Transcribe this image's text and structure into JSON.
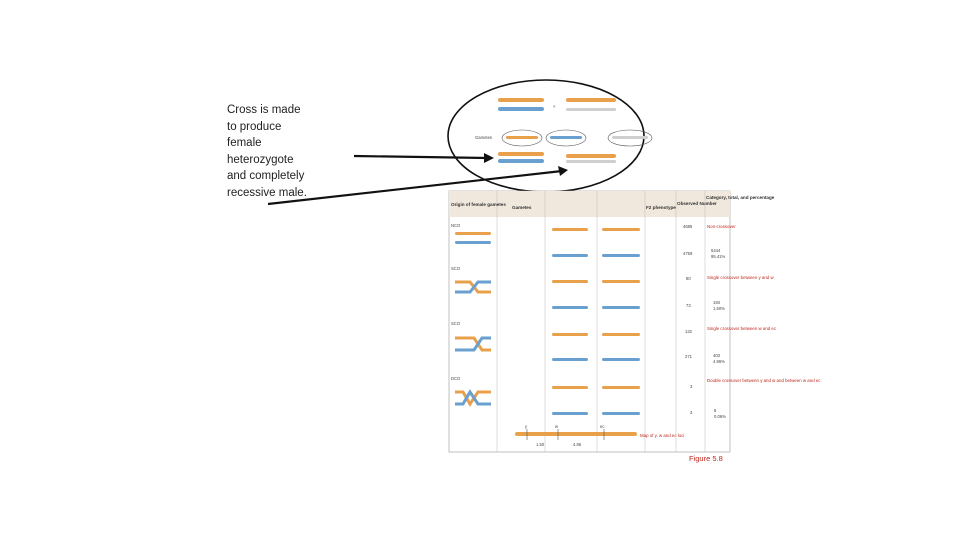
{
  "callout": {
    "text": "Cross is made\nto produce\nfemale\nheterozygote\nand completely\nrecessive male."
  },
  "figure": {
    "caption": "Figure 5.8",
    "gametes_label": "Gametes",
    "table_headers": {
      "origin": "Origin of female gametes",
      "gametes": "Gametes",
      "f2_phenotype": "F2 phenotype",
      "observed_number": "Observed Number",
      "category_total_percentage": "Category, total, and percentage"
    },
    "classes": [
      {
        "name": "NCO",
        "category": "Non-crossover",
        "total": "5444",
        "percent": "95.41%",
        "numbers": [
          "4685",
          "4759"
        ]
      },
      {
        "name": "SCO",
        "category": "Single crossover between y and w",
        "total": "193",
        "percent": "1.50%",
        "numbers": [
          "80",
          "73"
        ]
      },
      {
        "name": "SCO",
        "category": "Single crossover between w and ec",
        "total": "403",
        "percent": "4.86%",
        "numbers": [
          "132",
          "271"
        ]
      },
      {
        "name": "DCO",
        "category": "Double crossover between y and w and between w and ec",
        "total": "6",
        "percent": "0.06%",
        "numbers": [
          "3",
          "3"
        ]
      }
    ],
    "map_label": "Map of y, w and ec loci",
    "map_distances": [
      "1.50",
      "4.86"
    ],
    "loci": [
      "y",
      "w",
      "ec"
    ],
    "colors": {
      "orange": "#e8a04a",
      "blue": "#6aa0cf",
      "arrow": "#111111",
      "red": "#c0281e"
    }
  }
}
